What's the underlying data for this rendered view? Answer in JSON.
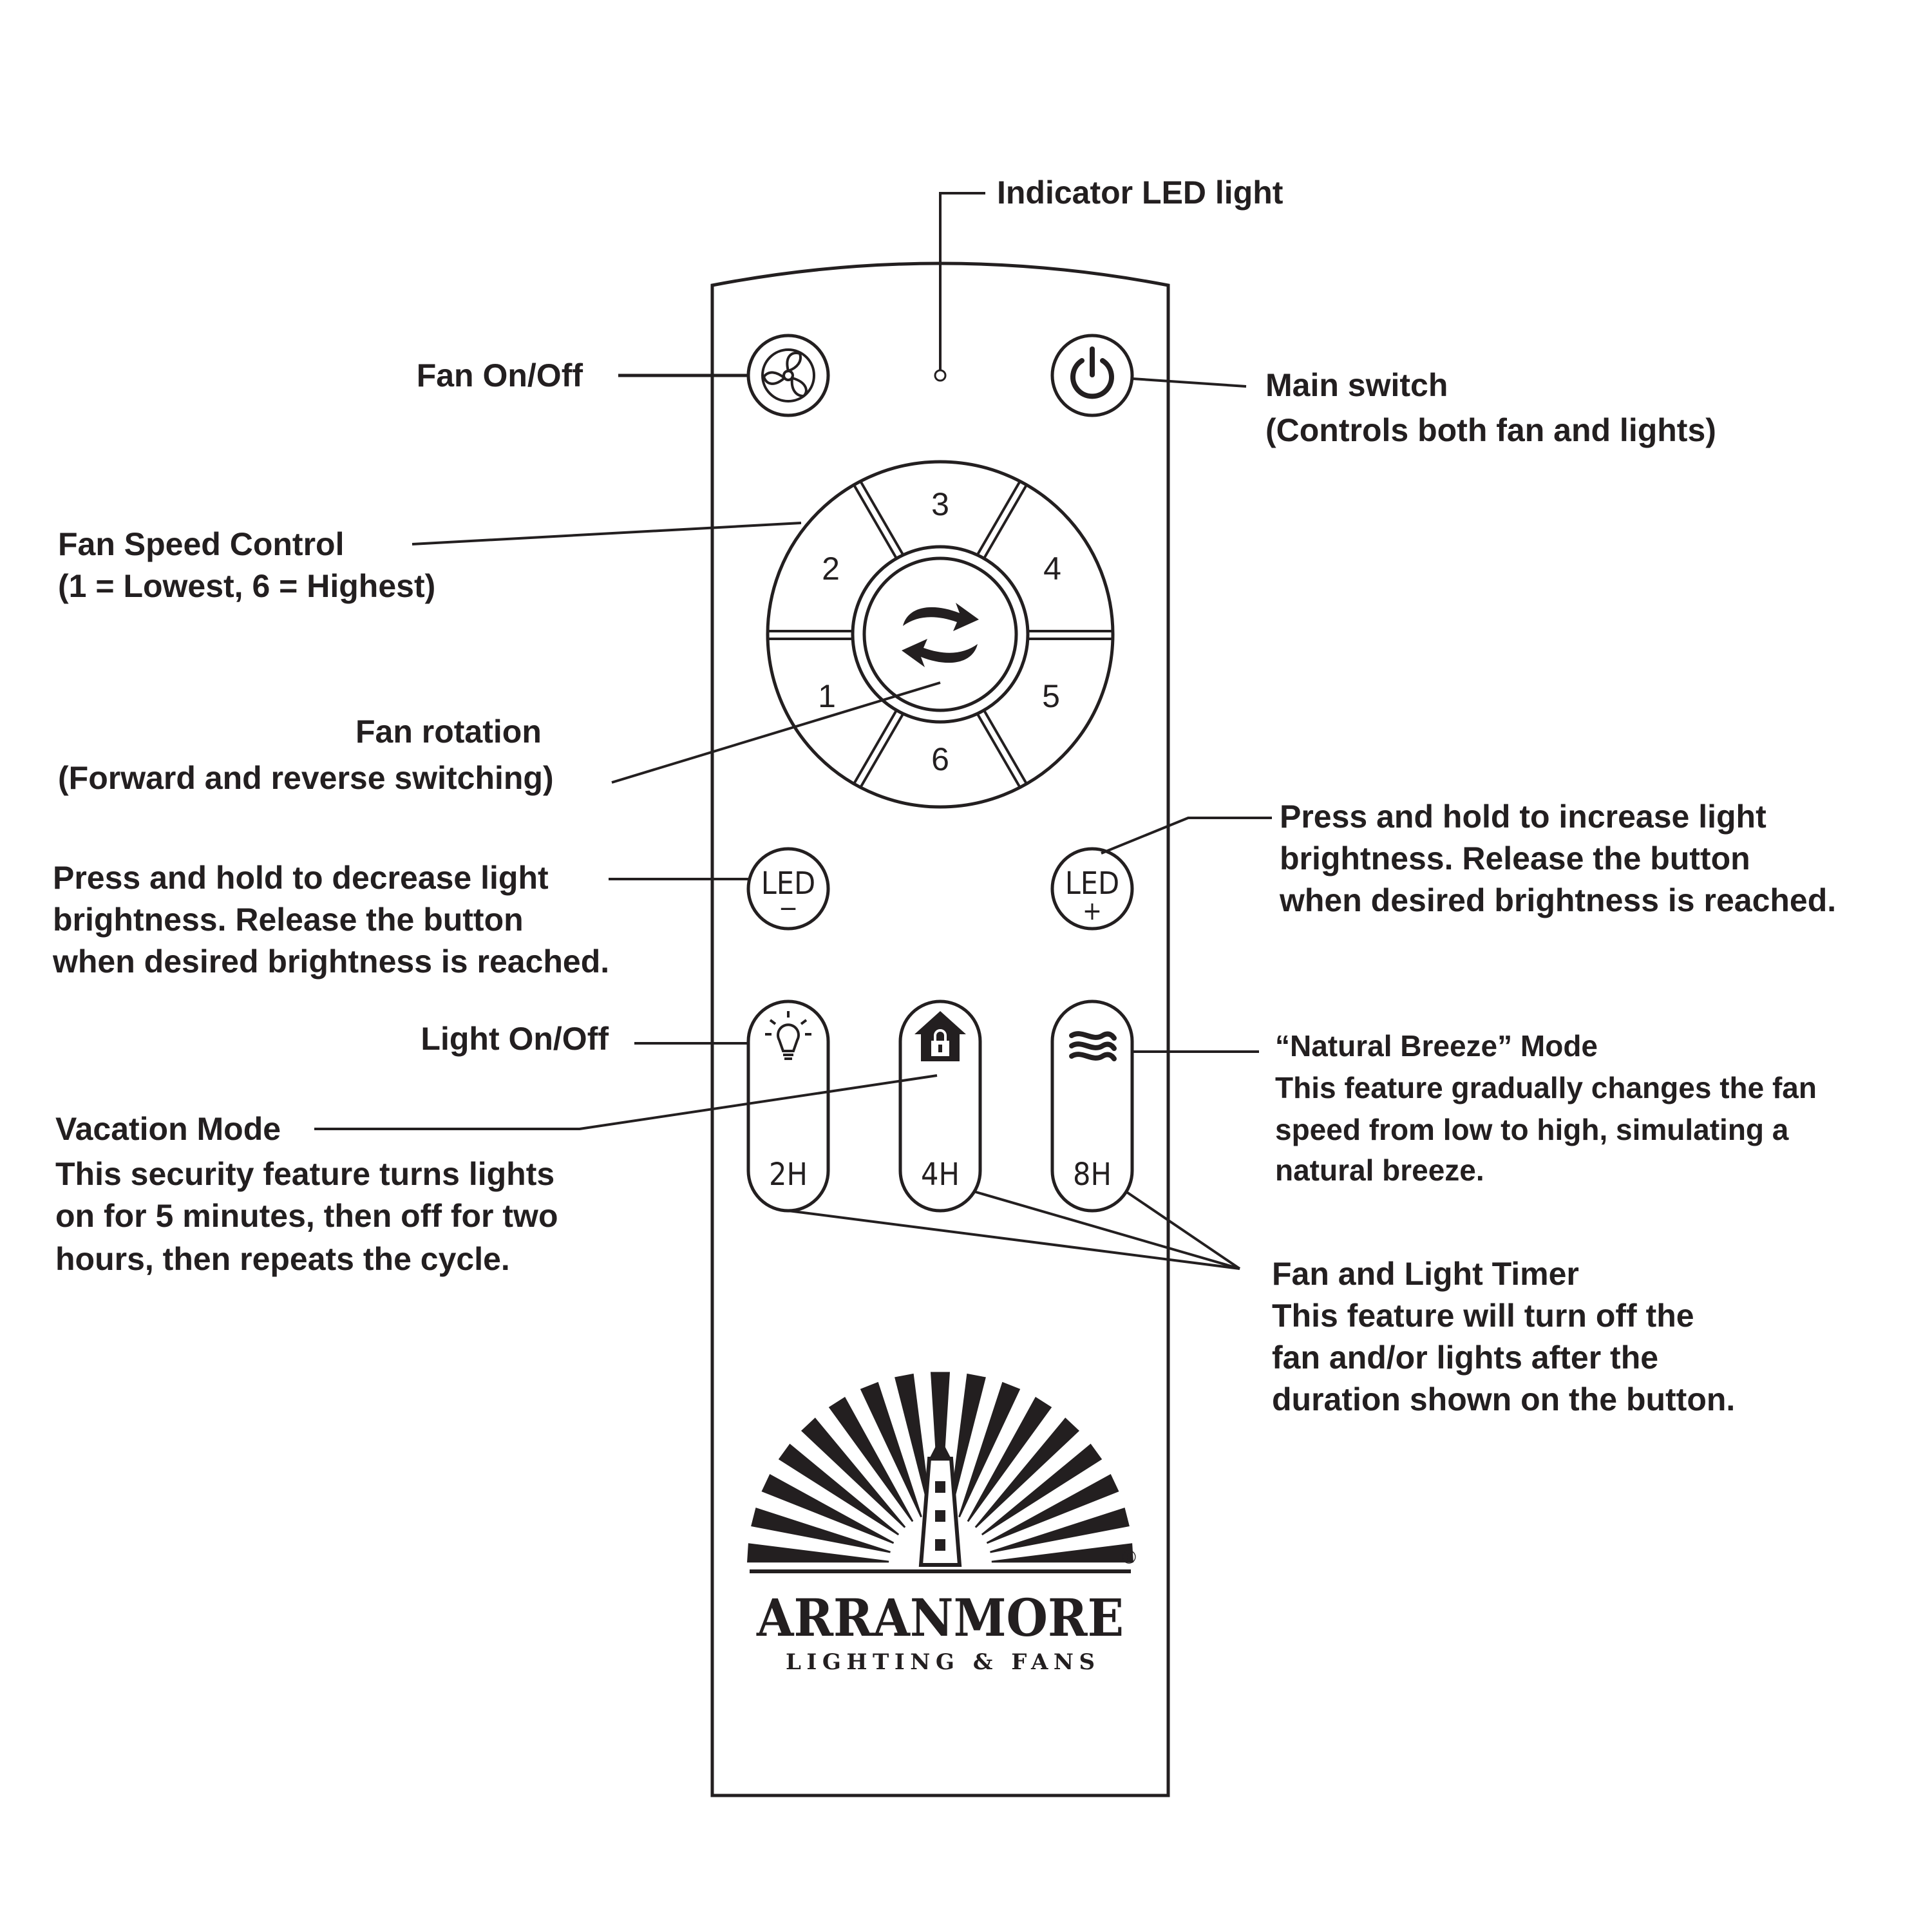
{
  "labels": {
    "indicator_led": "Indicator LED light",
    "fan_onoff": "Fan On/Off",
    "main_switch": {
      "line1": "Main switch",
      "line2": "(Controls both fan and lights)"
    },
    "fan_speed": {
      "line1": "Fan Speed Control",
      "line2": "(1 = Lowest, 6 = Highest)"
    },
    "fan_rotation": {
      "line1": "Fan rotation",
      "line2": "(Forward and reverse switching)"
    },
    "decrease_light": {
      "line1": "Press and hold to decrease light",
      "line2": "brightness.  Release the button",
      "line3": "when desired brightness is reached."
    },
    "increase_light": {
      "line1": "Press and hold to increase light",
      "line2": "brightness.  Release the button",
      "line3": "when desired brightness is reached."
    },
    "light_onoff": "Light On/Off",
    "natural_breeze": {
      "line1": "“Natural Breeze” Mode",
      "line2": "This feature gradually changes the fan",
      "line3": "speed from low to high, simulating a",
      "line4": "natural breeze."
    },
    "vacation": {
      "line1": "Vacation Mode",
      "line2": "This security feature turns lights",
      "line3": "on for 5 minutes, then off for two",
      "line4": "hours, then repeats the cycle."
    },
    "timer": {
      "line1": "Fan and Light Timer",
      "line2": "This feature will turn off the",
      "line3": "fan and/or lights after the",
      "line4": "duration shown on the button."
    }
  },
  "remote": {
    "speed_buttons": [
      "1",
      "2",
      "3",
      "4",
      "5",
      "6"
    ],
    "led_minus": {
      "label": "LED",
      "sign": "−"
    },
    "led_plus": {
      "label": "LED",
      "sign": "+"
    },
    "timers": [
      "2H",
      "4H",
      "8H"
    ],
    "icons": {
      "fan": "fan-icon",
      "power": "power-icon",
      "rotation": "rotation-arrows-icon",
      "bulb": "light-bulb-icon",
      "house": "house-lock-icon",
      "breeze": "wind-waves-icon"
    }
  },
  "brand": {
    "name": "ARRANMORE",
    "tagline": "LIGHTING & FANS",
    "registered": "®"
  },
  "colors": {
    "ink": "#231f20",
    "background": "#ffffff"
  }
}
